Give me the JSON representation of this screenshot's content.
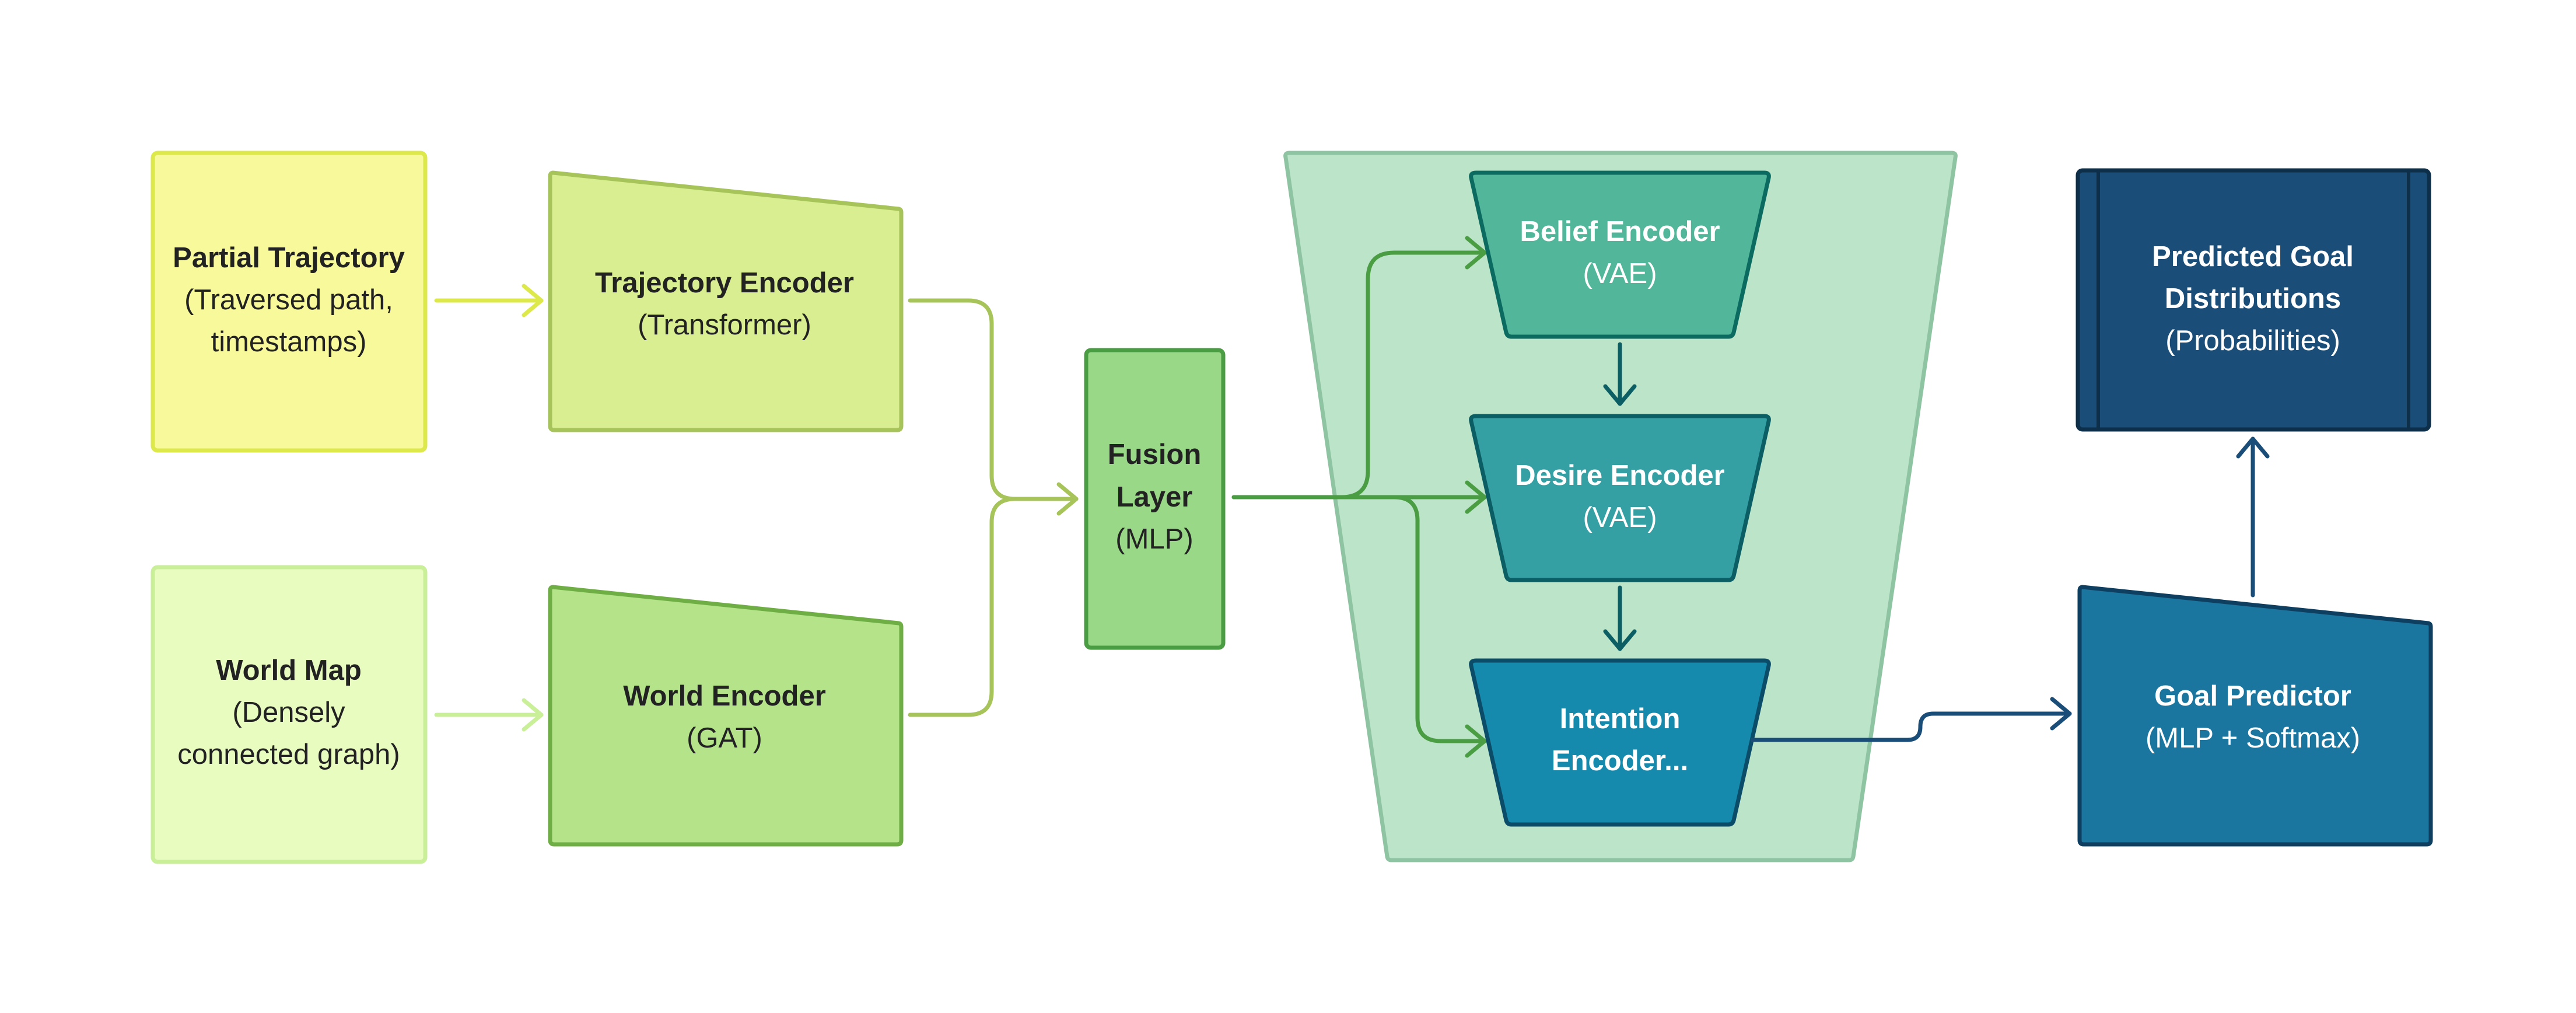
{
  "nodes": {
    "partial_trajectory": {
      "title": "Partial Trajectory",
      "line2": "(Traversed path,",
      "line3": "timestamps)"
    },
    "world_map": {
      "title": "World Map",
      "line2": "(Densely",
      "line3": "connected graph)"
    },
    "trajectory_encoder": {
      "title": "Trajectory Encoder",
      "subtitle": "(Transformer)"
    },
    "world_encoder": {
      "title": "World Encoder",
      "subtitle": "(GAT)"
    },
    "fusion_layer": {
      "line1": "Fusion",
      "line2": "Layer",
      "line3": "(MLP)"
    },
    "belief_encoder": {
      "title": "Belief Encoder",
      "subtitle": "(VAE)"
    },
    "desire_encoder": {
      "title": "Desire Encoder",
      "subtitle": "(VAE)"
    },
    "intention_encoder": {
      "line1": "Intention",
      "line2": "Encoder..."
    },
    "goal_predictor": {
      "title": "Goal Predictor",
      "subtitle": "(MLP + Softmax)"
    },
    "predicted_goal": {
      "line1": "Predicted Goal",
      "line2": "Distributions",
      "line3": "(Probabilities)"
    }
  },
  "colors": {
    "input_yellow": "#f8f99a",
    "input_green": "#e8fcc0",
    "encoder_light": "#d9ee91",
    "encoder_mid": "#b4e38a",
    "fusion": "#98d887",
    "tom_panel": "#bce4c9",
    "belief": "#52b69a",
    "desire": "#34a0a4",
    "intention": "#168aad",
    "goal_predictor": "#1a759f",
    "predicted_goal": "#1a4e78"
  }
}
